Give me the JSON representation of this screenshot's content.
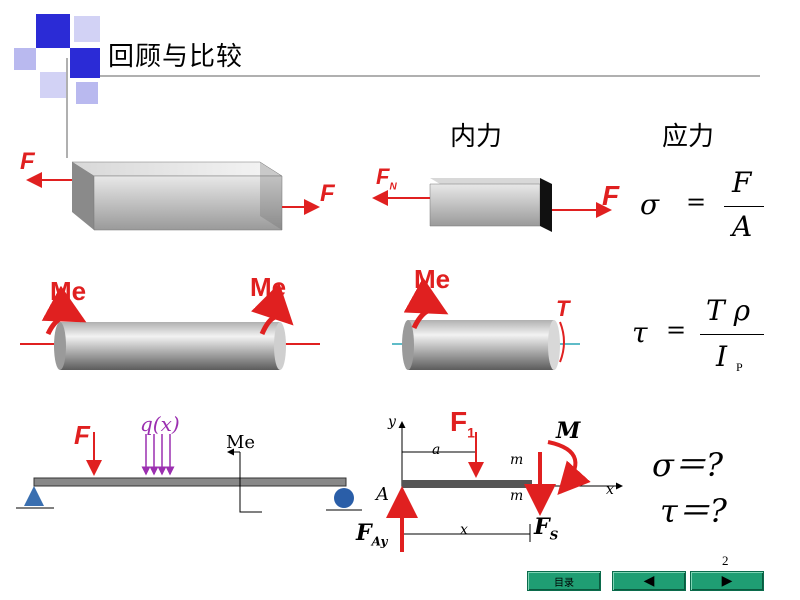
{
  "slide": {
    "title": "回顾与比较",
    "col_headers": {
      "internal_force": "内力",
      "stress": "应力"
    },
    "page_number": "2"
  },
  "row1": {
    "left_force_left": "F",
    "left_force_right": "F",
    "mid_force_left": "F",
    "mid_force_left_sub": "N",
    "mid_force_right": "F",
    "formula": {
      "lhs": "σ",
      "eq": "=",
      "num": "F",
      "den": "A"
    }
  },
  "row2": {
    "left_moment_left": "Me",
    "left_moment_right": "Me",
    "mid_moment": "Me",
    "mid_torque": "T",
    "formula": {
      "lhs": "τ",
      "eq": "=",
      "num": "T ρ",
      "den": "I",
      "den_sub": "P"
    }
  },
  "row3": {
    "beam_F": "F",
    "beam_q": "q(x)",
    "beam_Me": "Me",
    "section": {
      "y": "y",
      "x_axis": "x",
      "a": "a",
      "x_dim": "x",
      "A": "A",
      "F1": "F",
      "F1_sub": "1",
      "m_top": "m",
      "m_bottom": "m",
      "M": "M",
      "FAy": "F",
      "FAy_sub": "Ay",
      "FS": "F",
      "FS_sub": "S"
    },
    "formula": {
      "sigma": "σ＝?",
      "tau": "τ＝?"
    }
  },
  "nav": {
    "toc_label": "目录",
    "prev_icon": "◀",
    "next_icon": "▶"
  },
  "colors": {
    "accent_blue": "#2b2bd6",
    "force_red": "#e02020",
    "nav_green": "#1f9e73",
    "q_purple": "#9b2fb0"
  }
}
